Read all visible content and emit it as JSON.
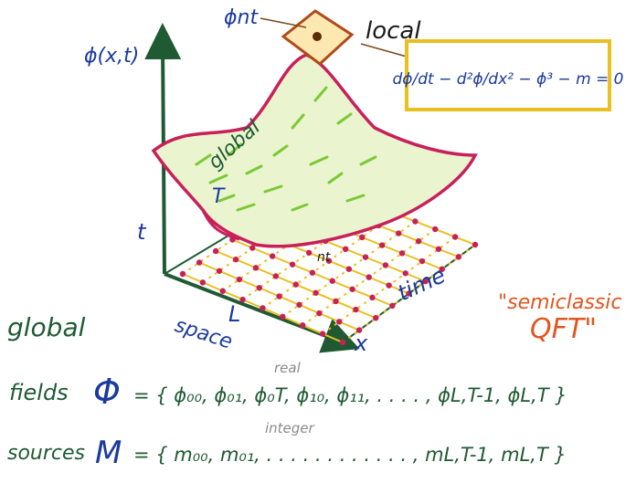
{
  "axes": {
    "phi_label": "ϕ(x,t)",
    "t_label": "t",
    "space_label": "space",
    "L_label": "L",
    "x_label": "x",
    "time_label": "time",
    "T_label": "T"
  },
  "annotations": {
    "phi_nt": "ϕnt",
    "local": "local",
    "global_surface": "global",
    "nt_point": "nt"
  },
  "equation": "dϕ/dt − d²ϕ/dx² − ϕ³ − m = 0",
  "semiclassical": {
    "line1": "\"semiclassic",
    "line2": "QFT\""
  },
  "bottom": {
    "global_heading": "global",
    "fields_label": "fields",
    "fields_symbol": "Φ",
    "fields_set": "= { ϕ₀₀, ϕ₀₁, ϕ₀T, ϕ₁₀, ϕ₁₁, . . . . ,  ϕL,T-1, ϕL,T }",
    "real_note": "real",
    "sources_label": "sources",
    "sources_symbol": "M",
    "sources_set": "= { m₀₀, m₀₁, . . . . . . . . . . . . , mL,T-1, mL,T }",
    "integer_note": "integer"
  },
  "colors": {
    "ink_blue": "#1b3a9e",
    "ink_green": "#1f7a3a",
    "ink_magenta": "#c8205a",
    "ink_orange": "#e0561e",
    "ink_yellow": "#e8c020",
    "ink_brown": "#7a4a1a",
    "ink_grey": "#8a8a8a"
  }
}
